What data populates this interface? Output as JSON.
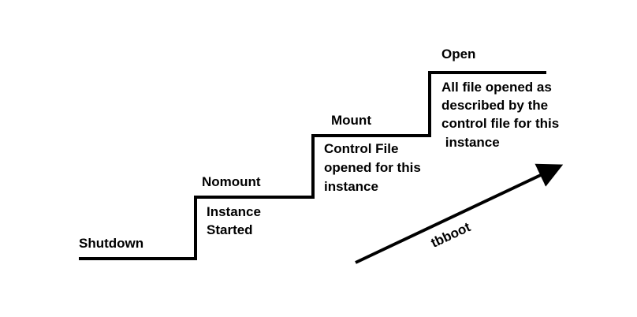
{
  "stages": [
    {
      "name": "Shutdown",
      "description": []
    },
    {
      "name": "Nomount",
      "description": [
        "Instance",
        "Started"
      ]
    },
    {
      "name": "Mount",
      "description": [
        "Control File",
        "opened for this",
        "instance"
      ]
    },
    {
      "name": "Open",
      "description": [
        "All file opened as",
        "described by the",
        "control file for this",
        " instance"
      ]
    }
  ],
  "arrow": {
    "label": "tbboot"
  },
  "colors": {
    "line": "#000000",
    "text": "#000000",
    "background": "#ffffff"
  }
}
